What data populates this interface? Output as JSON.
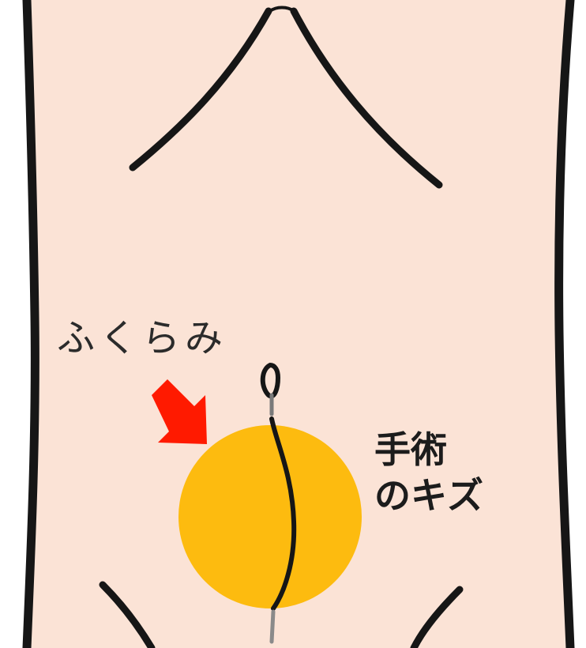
{
  "colors": {
    "skin": "#fbe3d6",
    "outline": "#161616",
    "bulge": "#fdbb0f",
    "arrow": "#ff1a00",
    "background": "#ffffff"
  },
  "labels": {
    "bulge": "ふくらみ",
    "scar_line1": "手術",
    "scar_line2": "のキズ"
  }
}
